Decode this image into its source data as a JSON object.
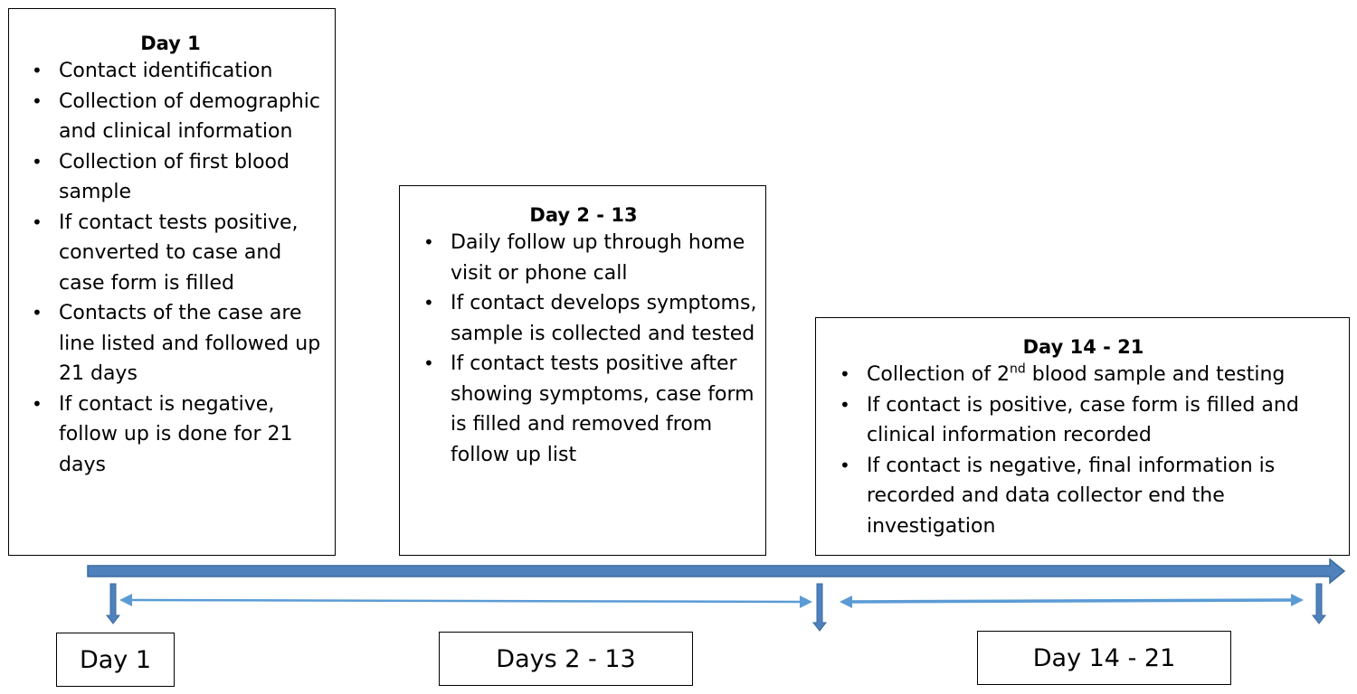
{
  "phases": [
    {
      "title": "Day 1",
      "items": [
        "Contact identification",
        "Collection of demographic and clinical information",
        "Collection of first blood sample",
        "If contact tests positive, converted to case and case form is filled",
        "Contacts of the case are line listed and followed up 21 days",
        "If contact is negative, follow up is done for 21 days"
      ]
    },
    {
      "title": "Day 2 - 13",
      "items": [
        "Daily follow up through home visit or phone call",
        "If contact develops symptoms, sample is collected and tested",
        "If contact tests positive after showing symptoms, case form is filled and removed from follow up list"
      ]
    },
    {
      "title": "Day 14 - 21",
      "items": [
        {
          "before": "Collection of 2",
          "sup": "nd",
          "after": " blood sample and testing"
        },
        "If contact is positive, case form is filled and clinical information recorded",
        "If contact is negative, final information is recorded and data collector end the investigation"
      ]
    }
  ],
  "timeline_labels": [
    "Day 1",
    "Days 2 - 13",
    "Day 14 - 21"
  ],
  "colors": {
    "timeline_fill": "#4f81bd",
    "timeline_stroke": "#3a6a9e",
    "span_arrow": "#5b9bd5",
    "border": "#000000"
  }
}
